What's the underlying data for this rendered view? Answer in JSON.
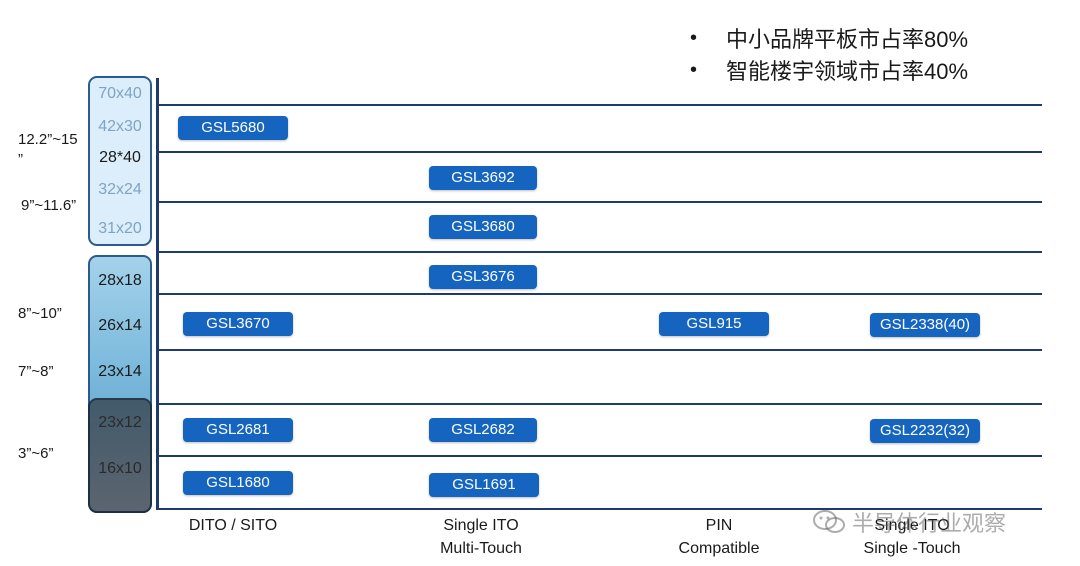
{
  "bullets": [
    "中小品牌平板市占率80%",
    "智能楼宇领域市占率40%"
  ],
  "sizes": [
    "70x40",
    "42x30",
    "28*40",
    "32x24",
    "31x20",
    "28x18",
    "26x14",
    "23x14",
    "23x12",
    "16x10"
  ],
  "ranges": [
    "12.2”~15",
    "”",
    "9”~11.6”",
    "8”~10”",
    "7”~8”",
    "3”~6”"
  ],
  "chips": [
    "GSL5680",
    "GSL3692",
    "GSL3680",
    "GSL3676",
    "GSL3670",
    "GSL915",
    "GSL2338(40)",
    "GSL2681",
    "GSL2682",
    "GSL2232(32)",
    "GSL1680",
    "GSL1691"
  ],
  "x_labels": [
    {
      "line1": "DITO / SITO",
      "line2": ""
    },
    {
      "line1": "Single ITO",
      "line2": "Multi-Touch"
    },
    {
      "line1": "PIN",
      "line2": "Compatible"
    },
    {
      "line1": "Single ITO",
      "line2": "Single -Touch"
    }
  ],
  "watermark": "半导体行业观察",
  "colors": {
    "chip": "#1565c0",
    "grid": "#1f3a6e",
    "col_light": "#dceefb",
    "col_mid": "#7fbcdd",
    "col_dark": "#3c4f5c"
  }
}
